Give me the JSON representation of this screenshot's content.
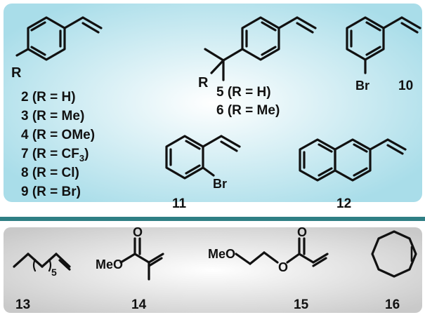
{
  "colors": {
    "top_panel_center": "#ffffff",
    "top_panel_edge": "#a9dde9",
    "bottom_panel_center": "#ffffff",
    "bottom_panel_edge": "#c9c9c9",
    "divider": "#2f7f84",
    "ink": "#111111"
  },
  "top_panel": {
    "structures": [
      {
        "id": "para-substituted-styrene",
        "substituent_label": "R",
        "entries": [
          {
            "num": "2",
            "pre": " (R = H)",
            "sub": "",
            "post": ""
          },
          {
            "num": "3",
            "pre": " (R = Me)",
            "sub": "",
            "post": ""
          },
          {
            "num": "4",
            "pre": " (R = OMe)",
            "sub": "",
            "post": ""
          },
          {
            "num": "7",
            "pre": " (R = CF",
            "sub": "3",
            "post": ")"
          },
          {
            "num": "8",
            "pre": " (R = Cl)",
            "sub": "",
            "post": ""
          },
          {
            "num": "9",
            "pre": " (R = Br)",
            "sub": "",
            "post": ""
          }
        ]
      },
      {
        "id": "tert-alkyl-styrene",
        "substituent_label": "R",
        "entries": [
          {
            "num": "5",
            "pre": " (R = H)",
            "sub": "",
            "post": ""
          },
          {
            "num": "6",
            "pre": " (R = Me)",
            "sub": "",
            "post": ""
          }
        ]
      },
      {
        "id": "meta-bromostyrene",
        "substituent_label": "Br",
        "compound_number": "10"
      },
      {
        "id": "ortho-bromostyrene",
        "substituent_label": "Br",
        "compound_number": "11"
      },
      {
        "id": "vinylnaphthalene",
        "compound_number": "12"
      }
    ]
  },
  "bottom_panel": {
    "structures": [
      {
        "id": "octene",
        "repeat_count": "5",
        "compound_number": "13"
      },
      {
        "id": "methyl-methacrylate",
        "oxygen_label": "O",
        "ester_label": "MeO",
        "compound_number": "14"
      },
      {
        "id": "methoxyethyl-acrylate",
        "ether_label": "MeO",
        "ester_oxygen_label": "O",
        "carbonyl_label": "O",
        "compound_number": "15"
      },
      {
        "id": "cyclooctene",
        "compound_number": "16"
      }
    ]
  }
}
